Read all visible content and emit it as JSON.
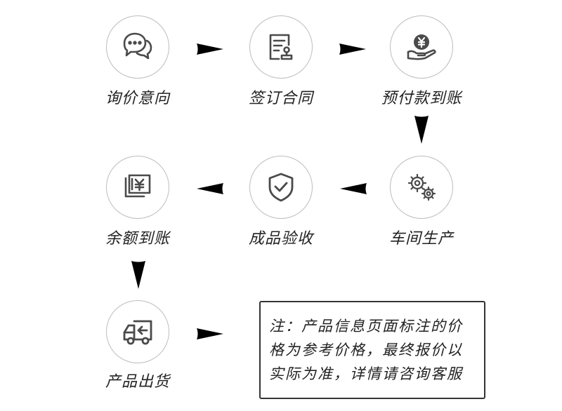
{
  "steps": [
    {
      "id": "inquiry",
      "label": "询价意向",
      "icon": "chat-bubbles-icon"
    },
    {
      "id": "contract",
      "label": "签订合同",
      "icon": "contract-stamp-icon"
    },
    {
      "id": "prepay",
      "label": "预付款到账",
      "icon": "yen-coin-hand-icon"
    },
    {
      "id": "production",
      "label": "车间生产",
      "icon": "gears-icon"
    },
    {
      "id": "inspection",
      "label": "成品验收",
      "icon": "shield-check-icon"
    },
    {
      "id": "balance",
      "label": "余额到账",
      "icon": "yen-bill-icon"
    },
    {
      "id": "shipping",
      "label": "产品出货",
      "icon": "delivery-truck-icon"
    }
  ],
  "note": {
    "lines": [
      "注：产品信息页面标注的价",
      "格为参考价格，最终报价以",
      "实际为准，详情请咨询客服"
    ]
  },
  "colors": {
    "icon": "#4a4a4a",
    "circle_border": "#bdbdbd",
    "arrow": "#000000",
    "text": "#222222"
  }
}
